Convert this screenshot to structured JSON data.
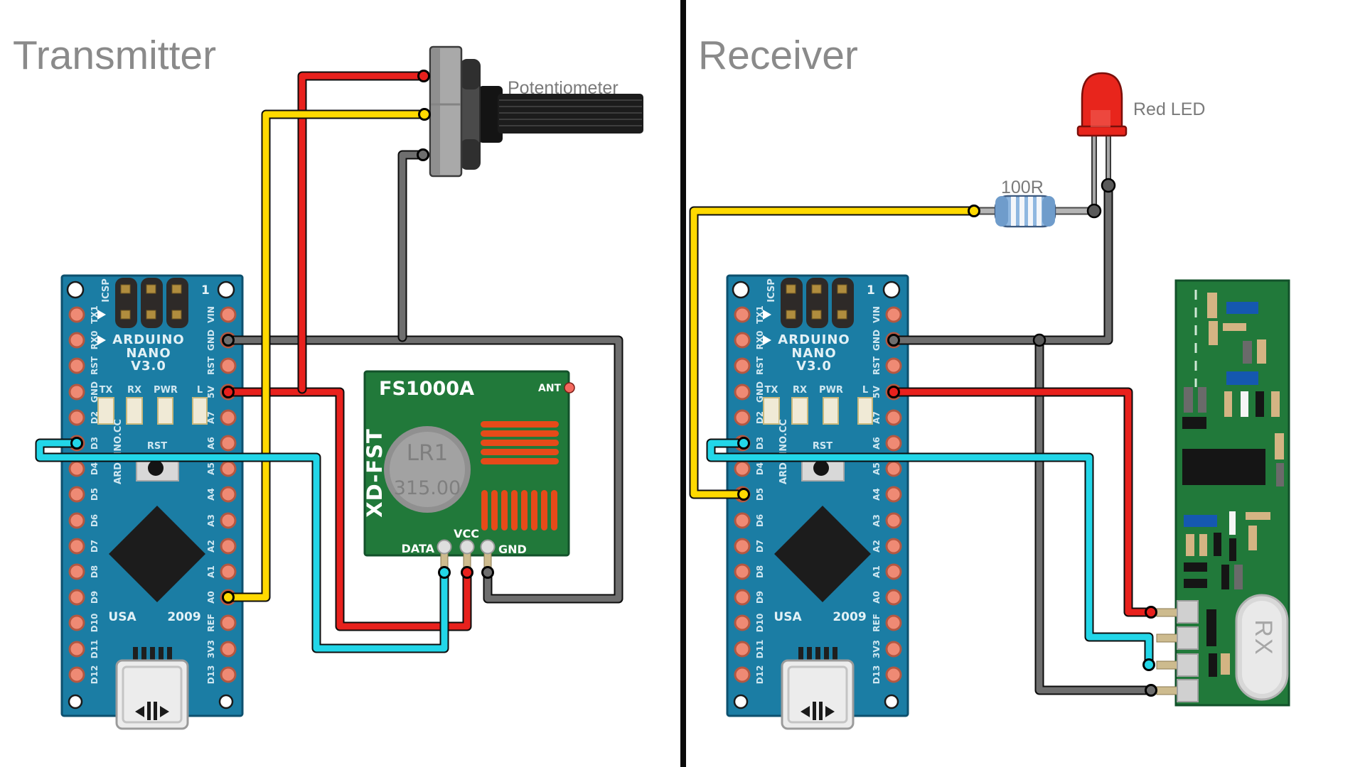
{
  "titles": {
    "transmitter": "Transmitter",
    "receiver": "Receiver"
  },
  "potentiometer": {
    "label": "Potentiometer"
  },
  "led": {
    "label": "Red LED"
  },
  "resistor": {
    "value": "100R"
  },
  "arduino": {
    "name_line1": "ARDUINO",
    "name_line2": "NANO",
    "name_line3": "V3.0",
    "icsp_label": "ICSP",
    "pin_one": "1",
    "status_leds": [
      "TX",
      "RX",
      "PWR",
      "L"
    ],
    "reset_label": "RST",
    "site_label": "ARDUINO.CC",
    "origin": "USA",
    "year": "2009",
    "left_pins": [
      "TX1",
      "RX0",
      "RST",
      "GND",
      "D2",
      "D3",
      "D4",
      "D5",
      "D6",
      "D7",
      "D8",
      "D9",
      "D10",
      "D11",
      "D12"
    ],
    "right_pins": [
      "VIN",
      "GND",
      "RST",
      "5V",
      "A7",
      "A6",
      "A5",
      "A4",
      "A3",
      "A2",
      "A1",
      "A0",
      "REF",
      "3V3",
      "D13"
    ]
  },
  "tx_module": {
    "title": "FS1000A",
    "side_label": "XD-FST",
    "resonator_label": "LR1",
    "frequency": "315.00",
    "ant_label": "ANT",
    "pin_data": "DATA",
    "pin_vcc": "VCC",
    "pin_gnd": "GND"
  },
  "rx_module": {
    "crystal_label": "RX"
  },
  "colors": {
    "wire_red": "#e8211d",
    "wire_yellow": "#ffd900",
    "wire_cyan": "#22d6e8",
    "wire_gray": "#6e6e6e",
    "board_blue": "#1b7da4",
    "pcb_green": "#21793a",
    "title_gray": "#8a8a8a"
  }
}
